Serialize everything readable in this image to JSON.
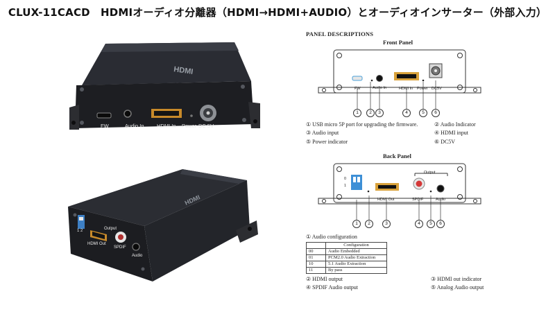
{
  "title": "CLUX-11CACD　HDMIオーディオ分離器（HDMI→HDMI+AUDIO）とオーディオインサーター（外部入力）",
  "front_photo": {
    "top_print": "HDMI",
    "labels": {
      "fw": "FW",
      "audio_in": "Audio In",
      "hdmi_in": "HDMI In",
      "power": "Power",
      "dc5v": "DC 5V"
    }
  },
  "back_photo": {
    "labels": {
      "switch": "1 2",
      "output": "Output",
      "hdmi_out": "HDMI Out",
      "spdif": "SPDIF",
      "audio": "Audio"
    }
  },
  "panel_descriptions": {
    "heading": "PANEL DESCRIPTIONS",
    "front": {
      "title": "Front Panel",
      "port_labels": {
        "fw": "FW",
        "audio_in": "Audio In",
        "hdmi_in": "HDMI In",
        "power": "Power",
        "dc5v": "DC5V"
      },
      "numbers": [
        "1",
        "2",
        "3",
        "4",
        "5",
        "6"
      ],
      "items": [
        "① USB micro 5P port for upgrading the firmware.",
        "② Audio Indicator",
        "③ Audio input",
        "④ HDMI input",
        "⑤ Power indicator",
        "⑥ DC5V"
      ]
    },
    "back": {
      "title": "Back Panel",
      "port_labels": {
        "output": "Output",
        "hdmi_out": "HDMI Out",
        "spdif": "SPDIF",
        "audio": "Audio",
        "sw_on": "0",
        "sw_off": "1"
      },
      "numbers": [
        "1",
        "2",
        "3",
        "4",
        "5",
        "6"
      ],
      "item_1": "① Audio configuration",
      "table_header": "Configuration",
      "table_rows": [
        [
          "00",
          "Audio Embedded"
        ],
        [
          "01",
          "PCM2.0 Audio Extraction"
        ],
        [
          "10",
          "5.1 Audio Extraction"
        ],
        [
          "11",
          "By pass"
        ]
      ],
      "items": [
        "② HDMI output",
        "③ HDMI out indicator",
        "④ SPDIF Audio output",
        "⑤ Analog Audio output"
      ]
    }
  }
}
